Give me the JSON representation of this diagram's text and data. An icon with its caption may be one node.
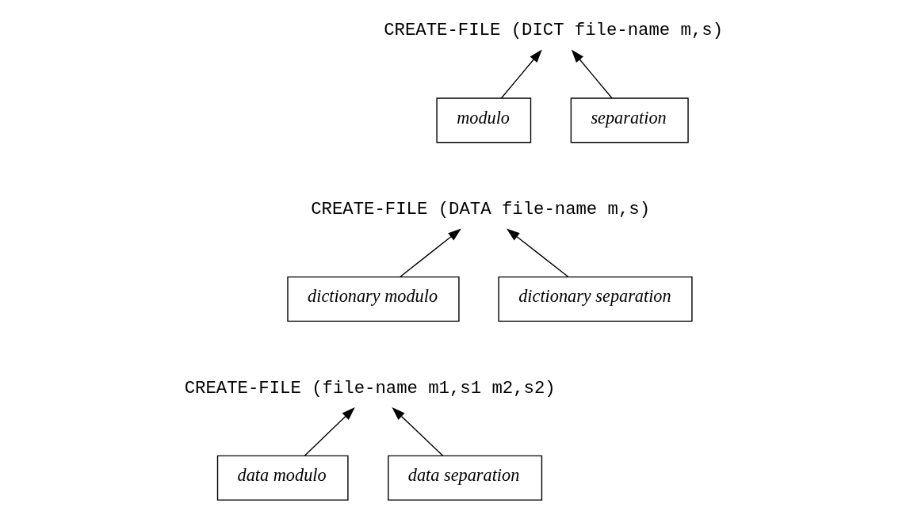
{
  "diagram": {
    "nodes": [
      {
        "text": [
          "CREATE-FILE (DICT file-name m,s)"
        ]
      },
      {
        "text": [
          "modulo"
        ]
      },
      {
        "text": [
          "separation"
        ]
      },
      {
        "text": [
          "CREATE-FILE (DATA file-name m,s)"
        ]
      },
      {
        "text": [
          "dictionary modulo"
        ]
      },
      {
        "text": [
          "dictionary separation"
        ]
      },
      {
        "text": [
          "CREATE-FILE (file-name m1,s1 m2,s2)"
        ]
      },
      {
        "text": [
          "data modulo"
        ]
      },
      {
        "text": [
          "data separation"
        ]
      }
    ],
    "edges": [
      {
        "from": 1,
        "to": 0,
        "arrow": "to"
      },
      {
        "from": 2,
        "to": 0,
        "arrow": "to"
      },
      {
        "from": 4,
        "to": 3,
        "arrow": "to"
      },
      {
        "from": 5,
        "to": 3,
        "arrow": "to"
      },
      {
        "from": 7,
        "to": 6,
        "arrow": "to"
      },
      {
        "from": 8,
        "to": 6,
        "arrow": "to"
      }
    ]
  }
}
